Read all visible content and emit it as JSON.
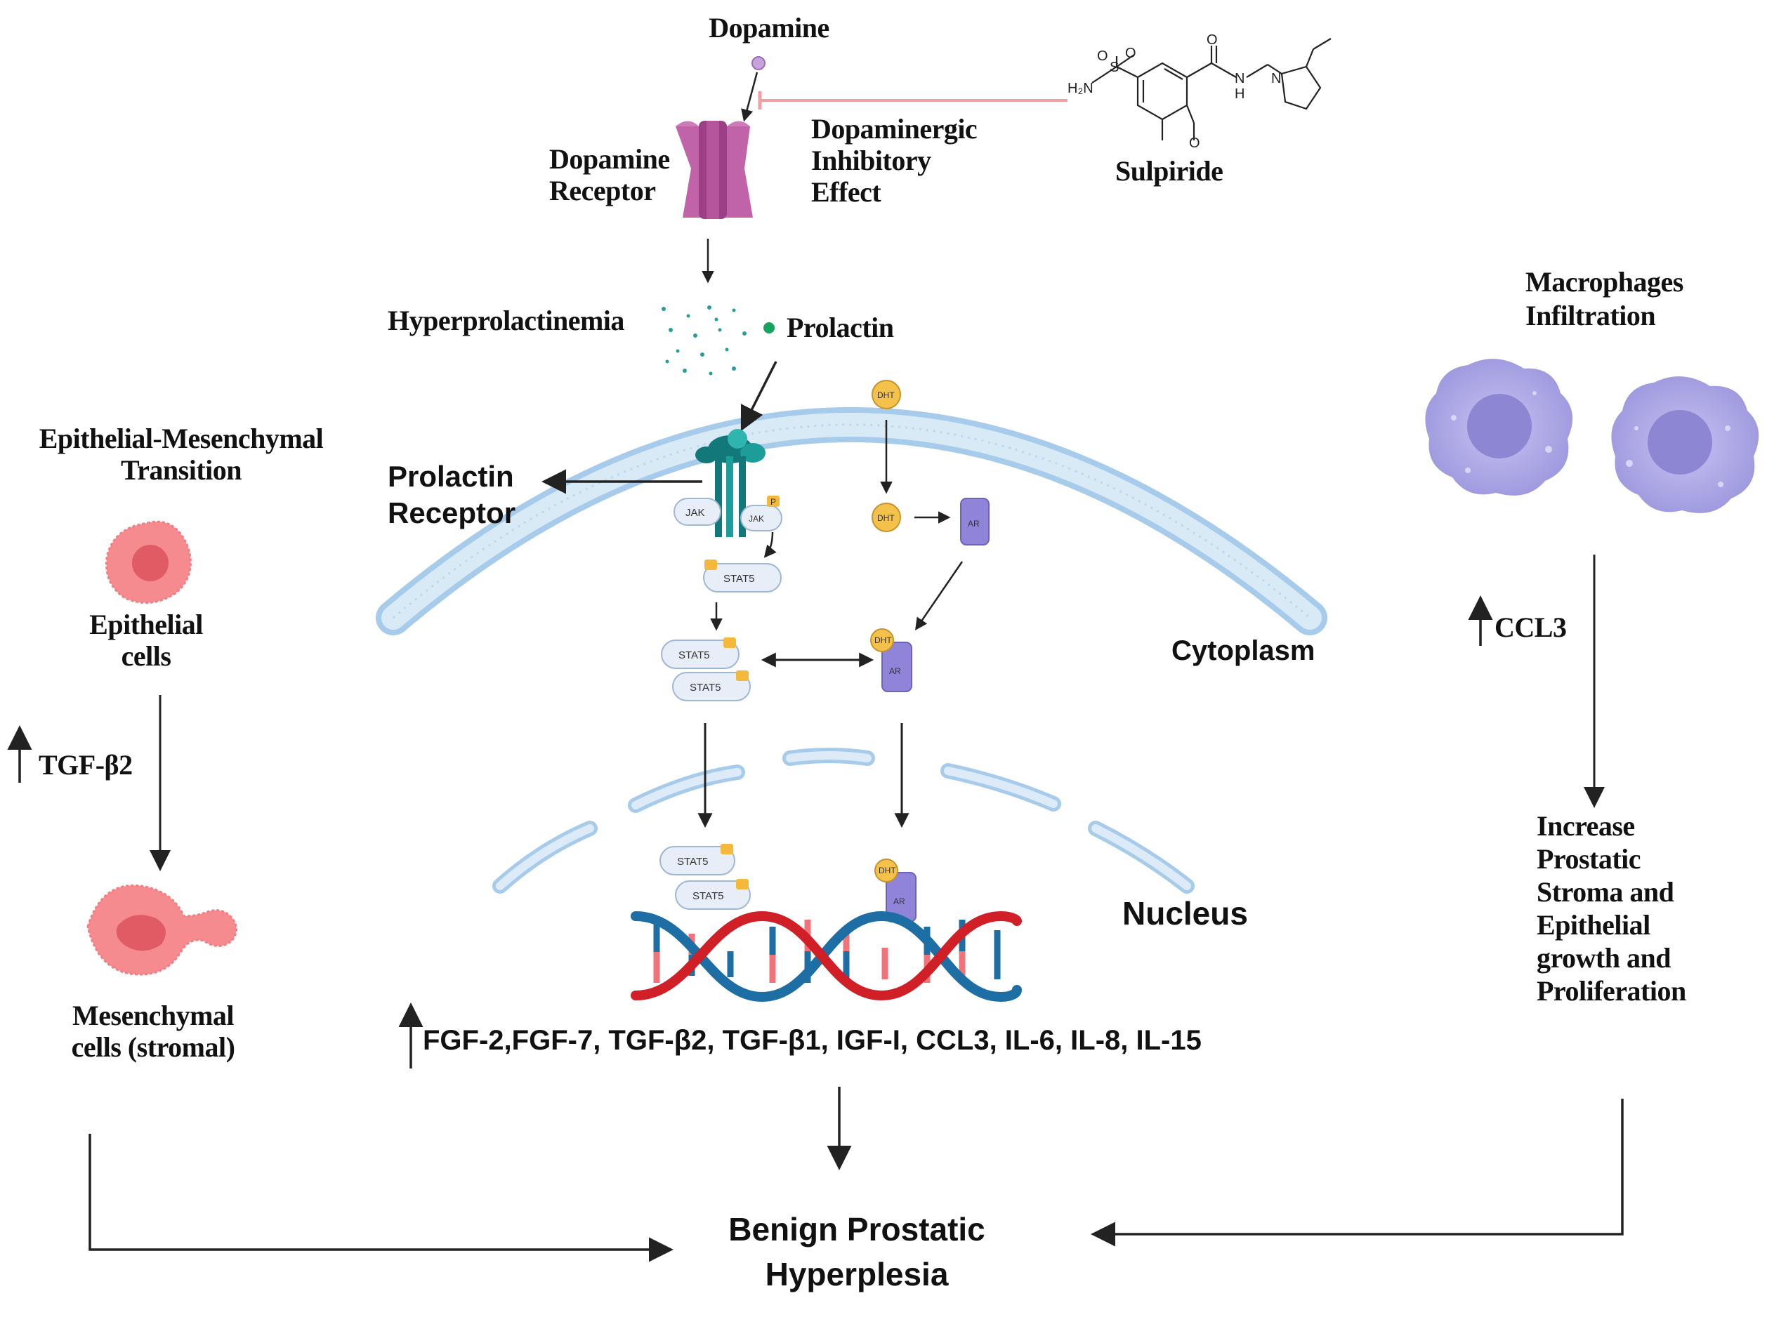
{
  "labels": {
    "dopamine": "Dopamine",
    "dopamine_receptor": [
      "Dopamine",
      "Receptor"
    ],
    "dopaminergic": [
      "Dopaminergic",
      "Inhibitory",
      "Effect"
    ],
    "sulpiride": "Sulpiride",
    "hyperprolactinemia": "Hyperprolactinemia",
    "prolactin": "Prolactin",
    "prolactin_receptor": [
      "Prolactin",
      "Receptor"
    ],
    "emt": [
      "Epithelial-Mesenchymal",
      "Transition"
    ],
    "epithelial_cells": [
      "Epithelial",
      "cells"
    ],
    "tgf_b2": "TGF-β2",
    "mesenchymal_cells": [
      "Mesenchymal",
      "cells (stromal)"
    ],
    "cytoplasm": "Cytoplasm",
    "nucleus": "Nucleus",
    "macrophages": [
      "Macrophages",
      "Infiltration"
    ],
    "ccl3": "CCL3",
    "increase": [
      "Increase",
      "Prostatic",
      "Stroma and",
      "Epithelial",
      "growth and",
      "Proliferation"
    ],
    "factors": "FGF-2,FGF-7, TGF-β2, TGF-β1, IGF-I, CCL3, IL-6, IL-8, IL-15",
    "bph": [
      "Benign Prostatic",
      "Hyperplesia"
    ]
  },
  "molecules": {
    "jak_1": "JAK",
    "jak_2": "JAK",
    "stat": "STAT5",
    "dht": "DHT",
    "ar": "AR",
    "p": "P",
    "chem_o": "O",
    "chem_s": "S",
    "chem_h2n": "H₂N",
    "chem_n": "N",
    "chem_h": "H"
  },
  "colors": {
    "receptor_dopamine": "#b0529a",
    "receptor_prolactin": "#13787a",
    "membrane": "#bcd8ee",
    "prolactin_dot": "#18a35c",
    "dht": "#f4c24a",
    "ar": "#8f84d8",
    "stat_fill": "#e7eef8",
    "dna_red": "#d01f26",
    "dna_blue": "#1c6ea4",
    "inhibit_line": "#f0a0a0",
    "epithelial": "#f27d82",
    "macrophage": "#a9a5e6"
  }
}
